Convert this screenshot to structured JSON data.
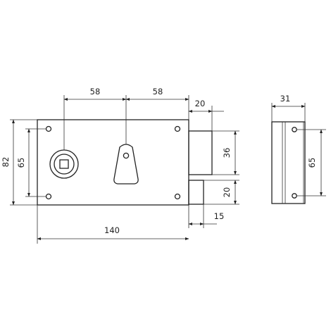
{
  "dimensions": {
    "top_left_58": "58",
    "top_right_58": "58",
    "bolt_width_20": "20",
    "total_height_82": "82",
    "inner_height_65": "65",
    "bolt_height_36": "36",
    "lower_bolt_20": "20",
    "lower_bolt_15": "15",
    "body_width_140": "140",
    "side_depth_31": "31",
    "side_height_65": "65"
  },
  "colors": {
    "line": "#222222",
    "background": "#ffffff"
  }
}
